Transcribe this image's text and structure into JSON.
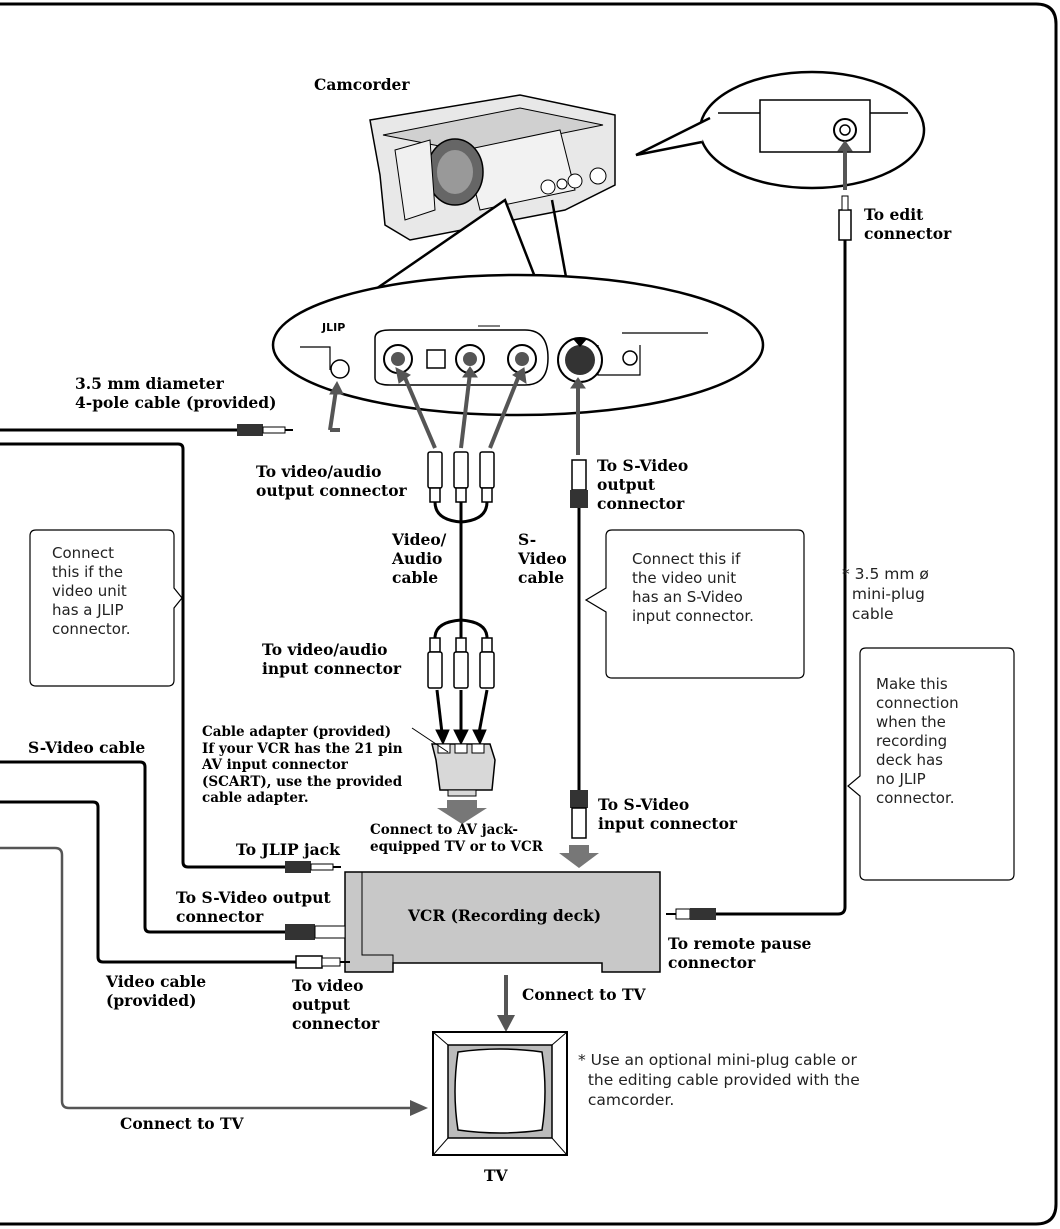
{
  "labels": {
    "camcorder": "Camcorder",
    "to_edit_connector": "To edit\nconnector",
    "cable_4pole": "3.5 mm diameter\n4-pole cable (provided)",
    "to_video_audio_output": "To video/audio\noutput connector",
    "to_svideo_output_top": "To S-Video\noutput\nconnector",
    "video_audio_cable": "Video/\nAudio\ncable",
    "svideo_cable_mid": "S-\nVideo\ncable",
    "to_video_audio_input": "To video/audio\ninput connector",
    "cable_adapter": "Cable adapter (provided)\nIf your VCR has the 21 pin\nAV input connector\n(SCART), use the provided\ncable adapter.",
    "svideo_cable_left": "S-Video cable",
    "to_svideo_input": "To S-Video\ninput connector",
    "connect_av": "Connect to AV jack-\nequipped TV or to VCR",
    "to_jlip_jack": "To JLIP jack",
    "to_svideo_output_left": "To S-Video output\nconnector",
    "vcr": "VCR (Recording deck)",
    "to_remote_pause": "To remote pause\nconnector",
    "video_cable_provided": "Video cable\n(provided)",
    "to_video_output": "To video\noutput\nconnector",
    "connect_to_tv_right": "Connect to TV",
    "connect_to_tv_left": "Connect to TV",
    "tv": "TV",
    "jlip_logo": "JLIP",
    "mini_plug_note": "* 3.5 mm ø\n  mini-plug\n  cable",
    "optional_cable_note": "* Use an optional mini-plug cable or\n  the editing cable provided with the\n  camcorder."
  },
  "callouts": {
    "jlip": "Connect\nthis if the\nvideo unit\nhas a JLIP\nconnector.",
    "svideo": "Connect this if\nthe video unit\nhas an S-Video\ninput connector.",
    "no_jlip": "Make this\nconnection\nwhen the\nrecording\ndeck has\nno JLIP\nconnector."
  },
  "icons": {
    "camcorder": "camcorder-illustration",
    "tv": "tv-illustration",
    "vcr": "vcr-box",
    "adapter": "scart-adapter-icon"
  }
}
